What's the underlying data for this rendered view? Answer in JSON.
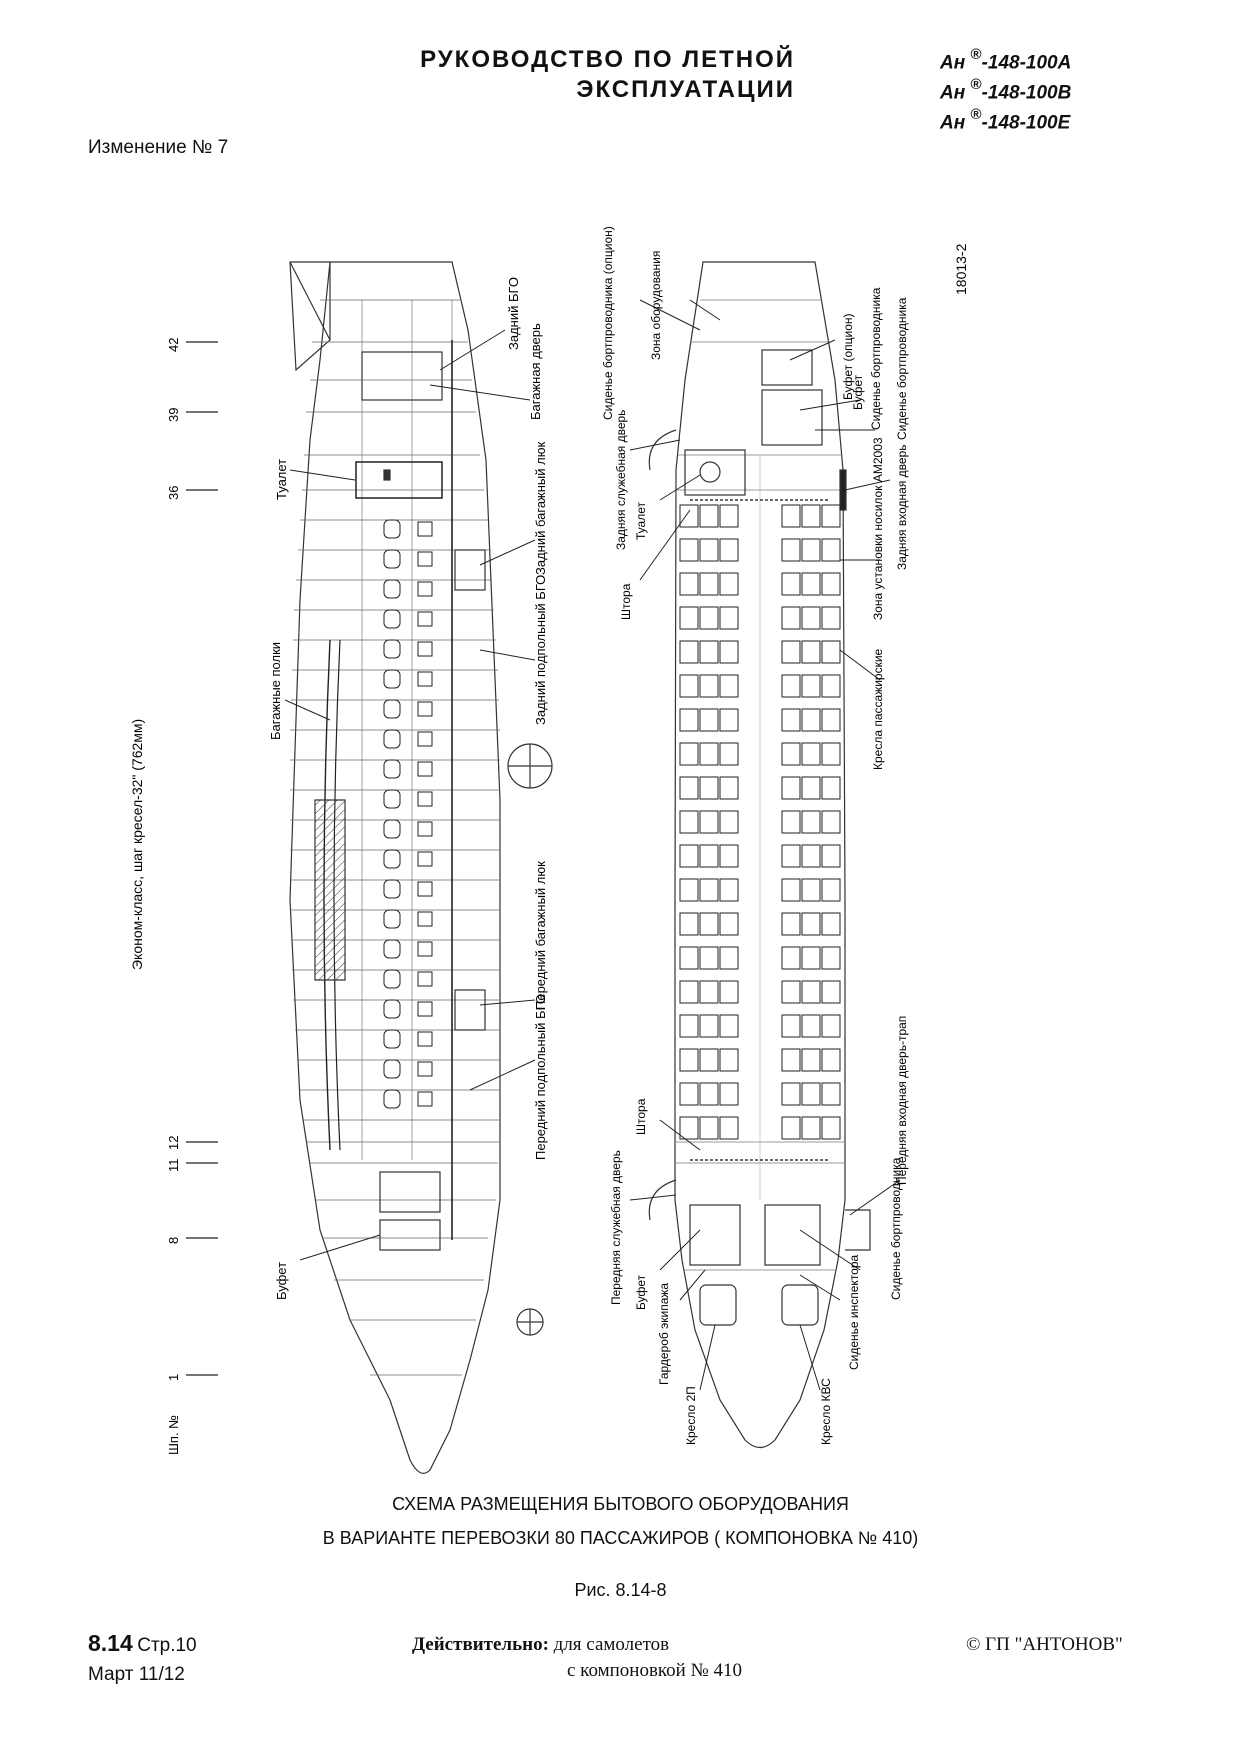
{
  "header": {
    "title_line1": "РУКОВОДСТВО ПО ЛЕТНОЙ",
    "title_line2": "ЭКСПЛУАТАЦИИ",
    "models": [
      {
        "prefix": "Ан ",
        "reg": "®",
        "suffix": "-148-100А"
      },
      {
        "prefix": "Ан ",
        "reg": "®",
        "suffix": "-148-100В"
      },
      {
        "prefix": "Ан ",
        "reg": "®",
        "suffix": "-148-100Е"
      }
    ],
    "revision": "Изменение № 7"
  },
  "figure": {
    "drawing_number": "18013-2",
    "class_note": "Эконом-класс, шаг кресел-32\" (762мм)",
    "frame_label": "Шп. №",
    "frame_numbers": [
      "42",
      "39",
      "36",
      "12",
      "11",
      "8",
      "1"
    ],
    "side_view_labels": [
      "Задний БГО",
      "Багажная дверь",
      "Туалет",
      "Задний багажный люк",
      "Задний подпольный БГО",
      "Багажные полки",
      "Передний багажный люк",
      "Передний подпольный БГО",
      "Буфет"
    ],
    "plan_view_labels": [
      "Сиденье бортпроводника (опцион)",
      "Зона оборудования",
      "Буфет (опцион)",
      "Сиденье бортпроводника",
      "Буфет",
      "Сиденье бортпроводника",
      "Задняя служебная дверь",
      "Туалет",
      "Задняя входная дверь",
      "Штора",
      "Зона установки носилок АМ2003",
      "Кресла пассажирские",
      "Штора",
      "Передняя входная дверь-трап",
      "Передняя служебная дверь",
      "Буфет",
      "Сиденье бортпроводника",
      "Гардероб экипажа",
      "Сиденье инспектора",
      "Кресло 2П",
      "Кресло КВС"
    ]
  },
  "caption": {
    "line1": "СХЕМА РАЗМЕЩЕНИЯ БЫТОВОГО ОБОРУДОВАНИЯ",
    "line2": "В ВАРИАНТЕ ПЕРЕВОЗКИ 80 ПАССАЖИРОВ  ( КОМПОНОВКА № 410)",
    "figure_no": "Рис. 8.14-8"
  },
  "footer": {
    "section": "8.14",
    "page": "Стр.10",
    "date": "Март 11/12",
    "valid_bold": "Действительно:",
    "valid_line1": " для самолетов",
    "valid_line2": "с компоновкой № 410",
    "copyright": "© ГП \"АНТОНОВ\""
  }
}
